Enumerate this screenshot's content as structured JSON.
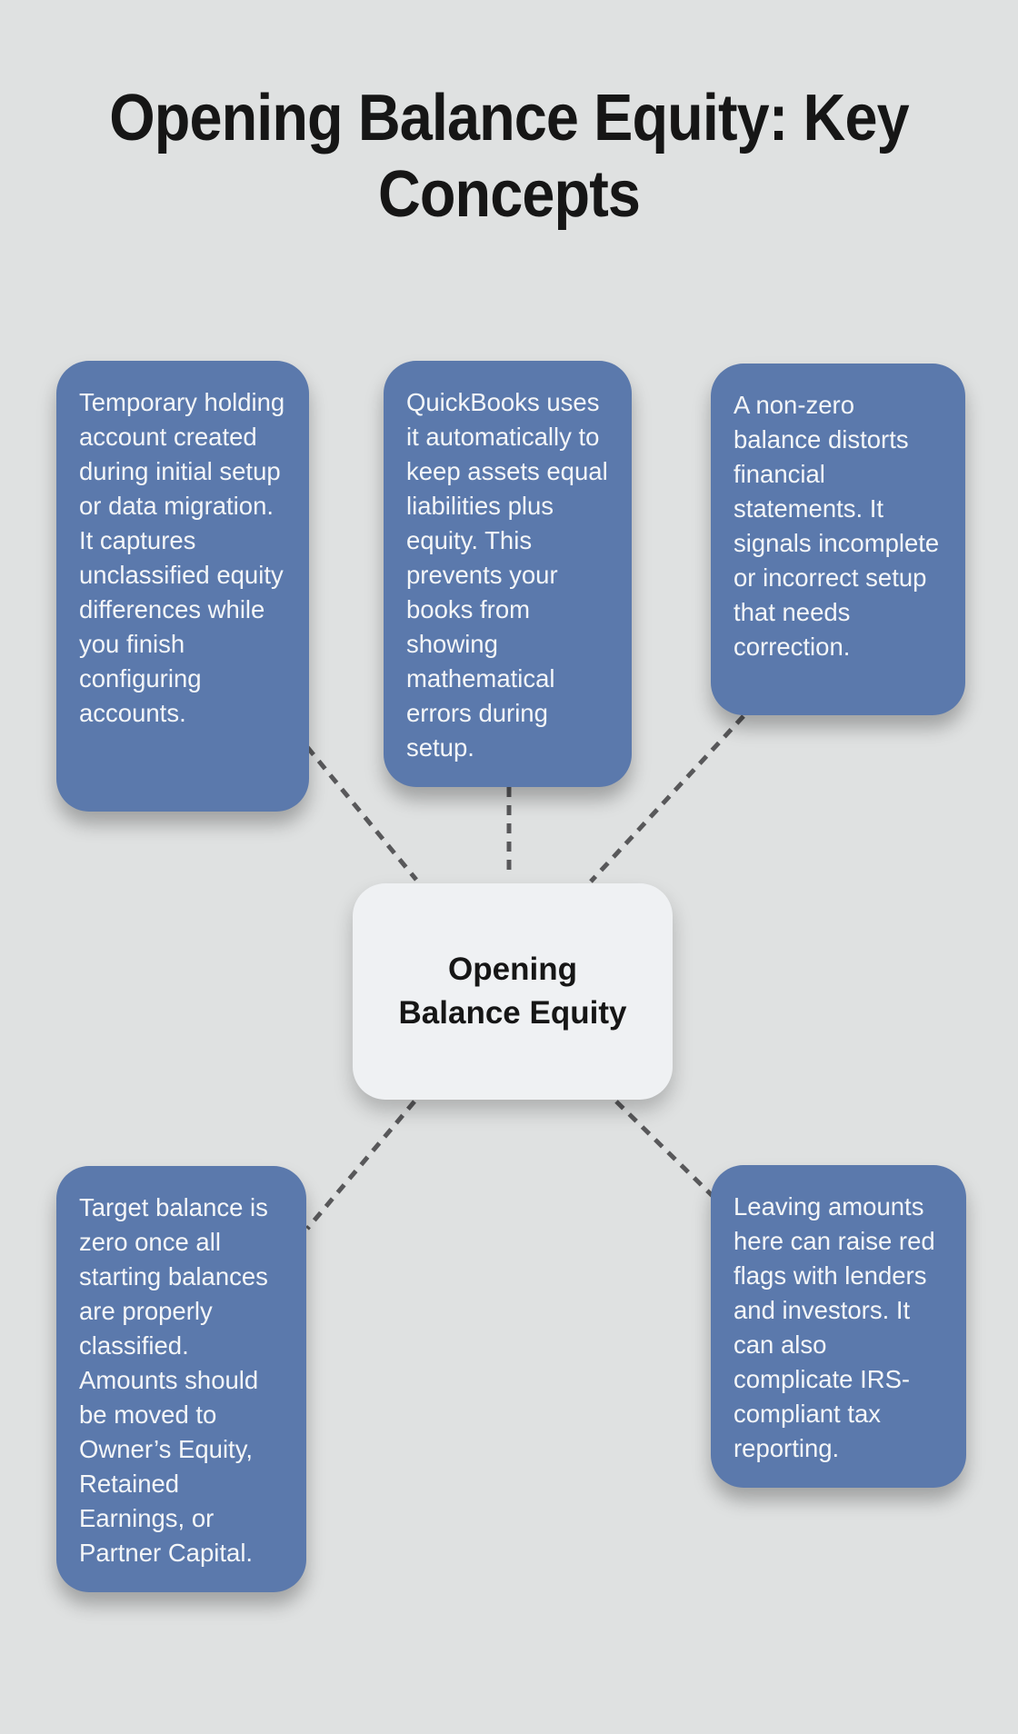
{
  "title": {
    "line1": "Opening Balance Equity: Key",
    "line2": "Concepts"
  },
  "center_node": {
    "line1": "Opening",
    "line2": "Balance Equity"
  },
  "nodes": [
    {
      "id": "definition",
      "text": "Temporary holding account created during initial setup or data migration. It captures unclassified equity differences while you finish configuring accounts."
    },
    {
      "id": "quickbooks-usage",
      "text": "QuickBooks uses it automatically to keep assets equal liabilities plus equity. This prevents your books from showing mathematical errors during setup."
    },
    {
      "id": "non-zero-balance",
      "text": "A non-zero balance distorts financial statements. It signals incomplete or incorrect setup that needs correction."
    },
    {
      "id": "target-balance",
      "text": "Target balance is zero once all starting balances are properly classified. Amounts should be moved to Owner’s Equity, Retained Earnings, or Partner Capital."
    },
    {
      "id": "reporting-risks",
      "text": "Leaving amounts here can raise red flags with lenders and investors. It can also complicate IRS-compliant tax reporting."
    }
  ],
  "colors": {
    "background": "#dfe1e1",
    "node_fill": "#5b79ac",
    "node_text": "#f4f6f8",
    "center_fill": "#eff1f3",
    "center_text": "#161616",
    "title_text": "#161616",
    "connector": "#58585a"
  }
}
